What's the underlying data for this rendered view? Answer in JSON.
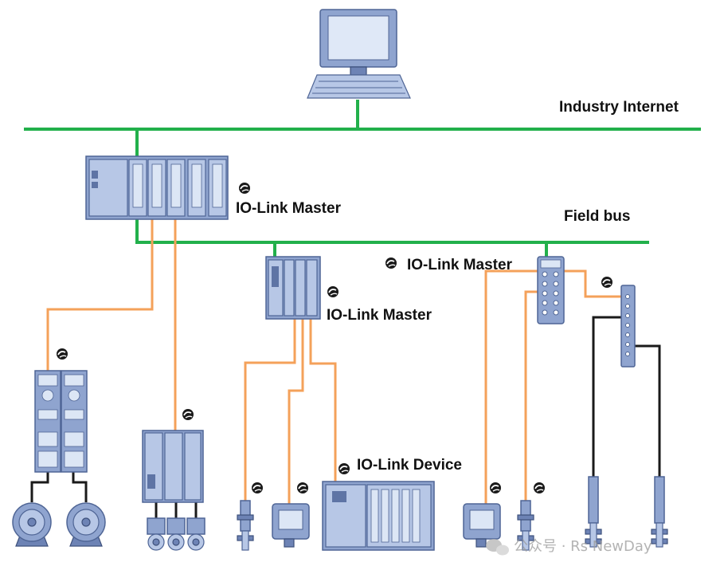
{
  "labels": {
    "industry_internet": "Industry Internet",
    "field_bus": "Field bus",
    "master_1": "IO-Link Master",
    "master_2": "IO-Link Master",
    "master_3": "IO-Link Master",
    "device": "IO-Link Device"
  },
  "watermark": "公众号 · Rs NewDay",
  "icons": [
    "io-link-logo-icon",
    "computer-icon",
    "plc-icon",
    "remote-io-icon",
    "motor-starter-icon",
    "motor-icon",
    "drive-icon",
    "servo-motor-icon",
    "inductive-sensor-icon",
    "pressure-sensor-icon",
    "io-module-icon",
    "io-hub-icon",
    "wechat-icon"
  ],
  "colors": {
    "ethernet": "#22b04b",
    "io_link_cable": "#f4a15a",
    "standard_cable": "#1a1a1a",
    "device_blue": "#8fa4cf",
    "device_outline": "#4f6595"
  }
}
